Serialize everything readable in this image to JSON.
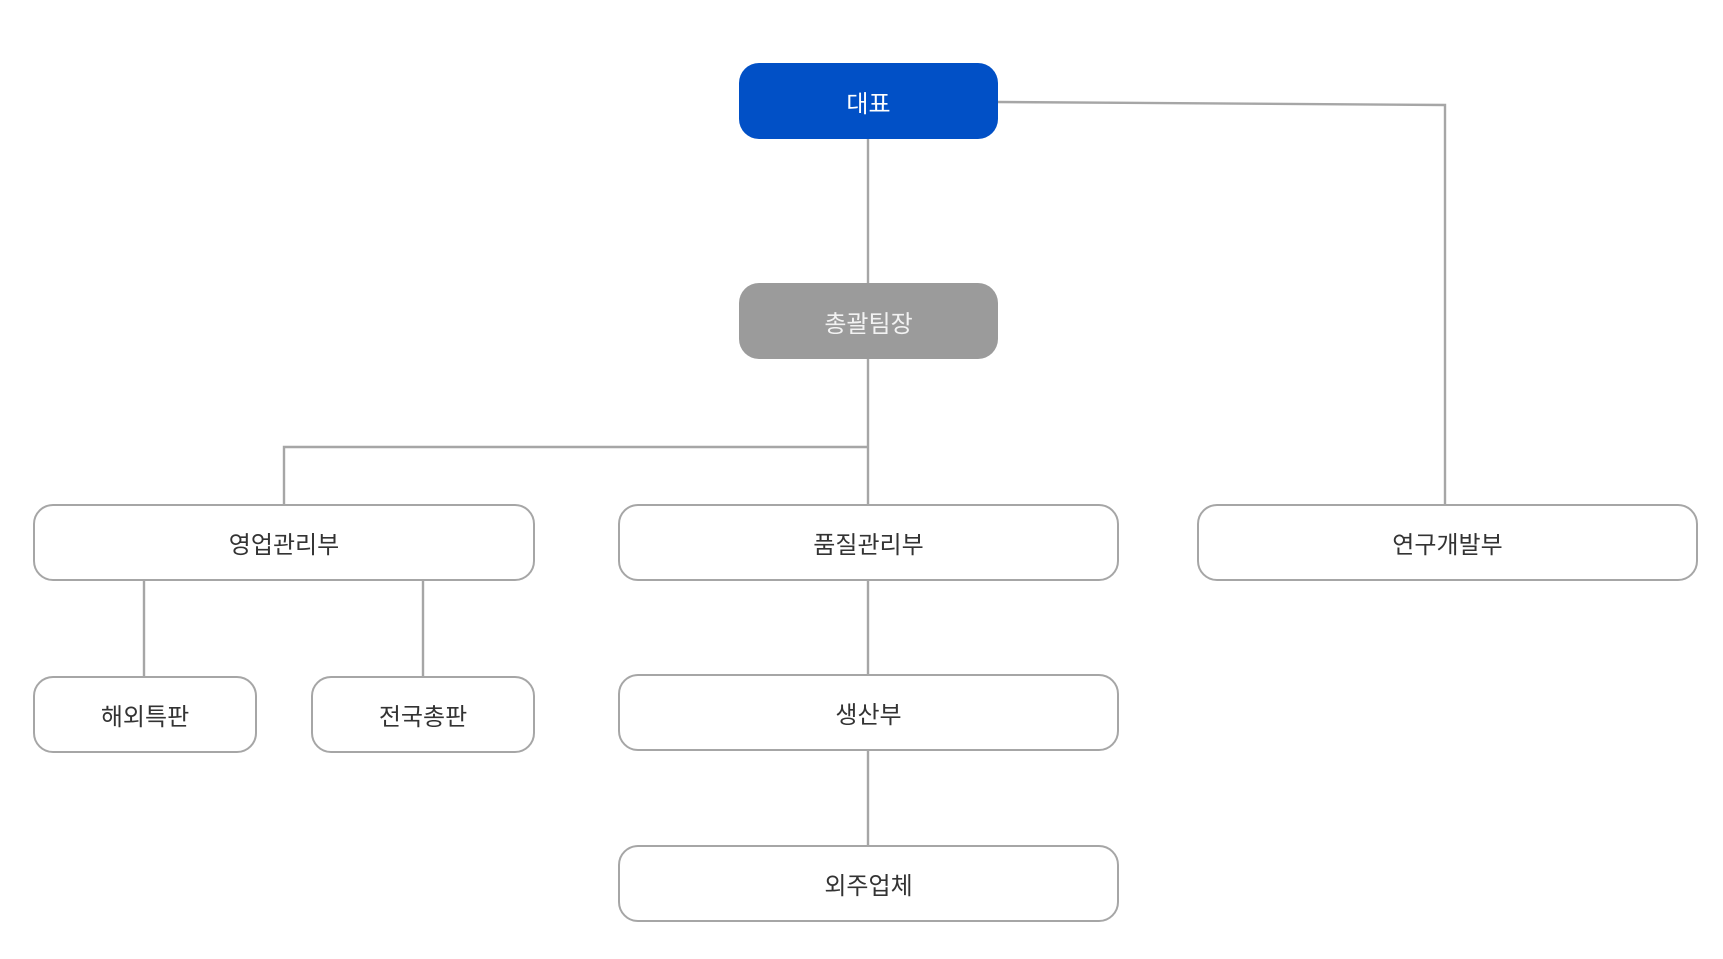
{
  "org_chart": {
    "ceo": "대표",
    "manager": "총괄팀장",
    "sales": "영업관리부",
    "quality": "품질관리부",
    "rnd": "연구개발부",
    "overseas": "해외특판",
    "domestic": "전국총판",
    "production": "생산부",
    "outsourcing": "외주업체"
  },
  "colors": {
    "ceo_fill": "#0150c6",
    "manager_fill": "#9b9b9b",
    "dept_border": "#a6a6a6",
    "connector": "#a6a6a6"
  }
}
